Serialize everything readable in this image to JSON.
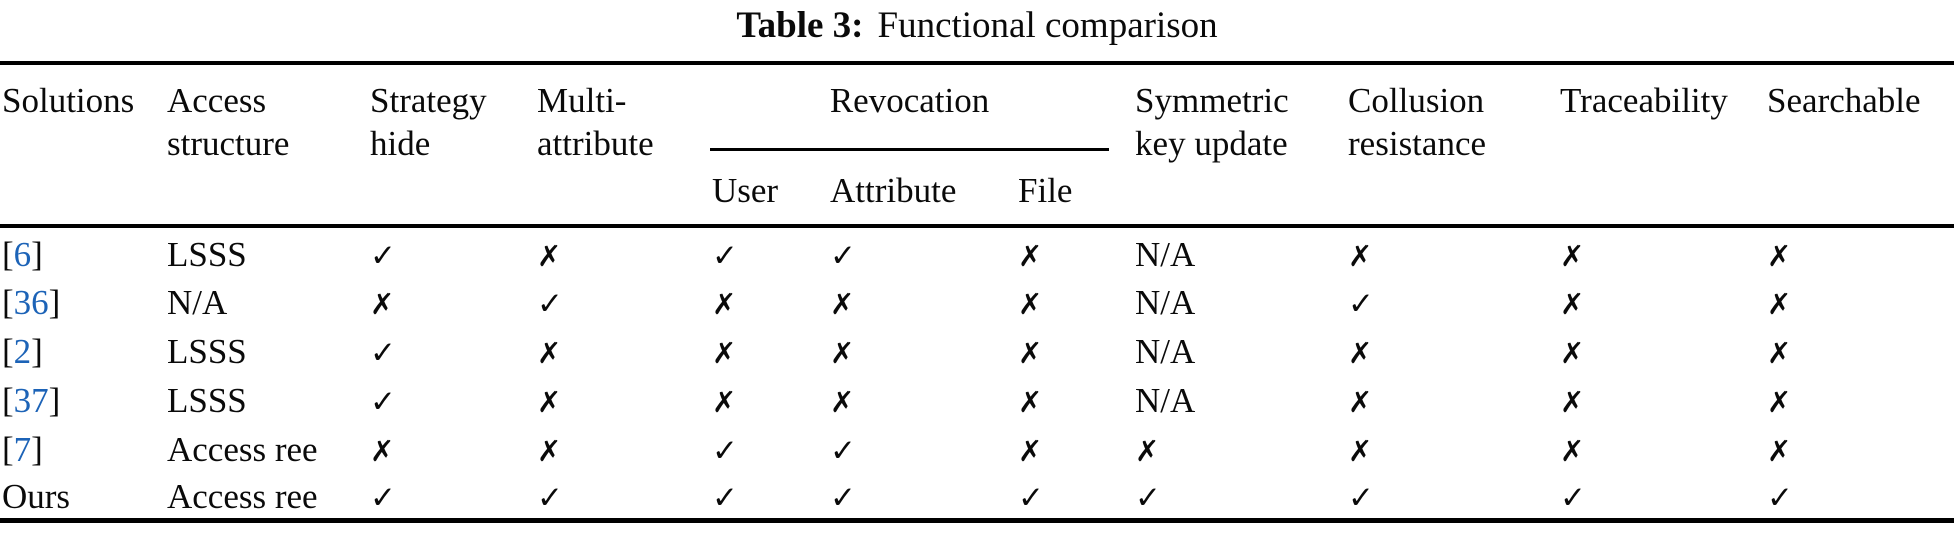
{
  "caption": {
    "label": "Table 3:",
    "text": "Functional comparison"
  },
  "colors": {
    "ref_blue": "#1c63b7",
    "rule_black": "#000000"
  },
  "table": {
    "group_header": "Revocation",
    "headers": {
      "solutions": [
        "Solutions",
        ""
      ],
      "access_structure": [
        "Access",
        "structure"
      ],
      "strategy_hide": [
        "Strategy",
        "hide"
      ],
      "multi_attribute": [
        "Multi-",
        "attribute"
      ],
      "sub": {
        "user": "User",
        "attribute": "Attribute",
        "file": "File"
      },
      "symmetric_key_update": [
        "Symmetric",
        "key update"
      ],
      "collusion_resistance": [
        "Collusion",
        "resistance"
      ],
      "traceability": [
        "Traceability",
        ""
      ],
      "searchable": [
        "Searchable",
        ""
      ]
    },
    "mark_columns": [
      "strategy-hide",
      "multi-attribute",
      "revocation-user",
      "revocation-attribute",
      "revocation-file",
      "symmetric-key-update",
      "collusion-resistance",
      "traceability",
      "searchable"
    ],
    "rows": [
      {
        "solution": {
          "ref": "6"
        },
        "access_structure": "LSSS",
        "marks": [
          "✓",
          "✗",
          "✓",
          "✓",
          "✗",
          "N/A",
          "✗",
          "✗",
          "✗"
        ]
      },
      {
        "solution": {
          "ref": "36"
        },
        "access_structure": "N/A",
        "marks": [
          "✗",
          "✓",
          "✗",
          "✗",
          "✗",
          "N/A",
          "✓",
          "✗",
          "✗"
        ]
      },
      {
        "solution": {
          "ref": "2"
        },
        "access_structure": "LSSS",
        "marks": [
          "✓",
          "✗",
          "✗",
          "✗",
          "✗",
          "N/A",
          "✗",
          "✗",
          "✗"
        ]
      },
      {
        "solution": {
          "ref": "37"
        },
        "access_structure": "LSSS",
        "marks": [
          "✓",
          "✗",
          "✗",
          "✗",
          "✗",
          "N/A",
          "✗",
          "✗",
          "✗"
        ]
      },
      {
        "solution": {
          "ref": "7"
        },
        "access_structure": "Access ree",
        "marks": [
          "✗",
          "✗",
          "✓",
          "✓",
          "✗",
          "✗",
          "✗",
          "✗",
          "✗"
        ]
      },
      {
        "solution": {
          "text": "Ours"
        },
        "access_structure": "Access ree",
        "marks": [
          "✓",
          "✓",
          "✓",
          "✓",
          "✓",
          "✓",
          "✓",
          "✓",
          "✓"
        ]
      }
    ]
  }
}
